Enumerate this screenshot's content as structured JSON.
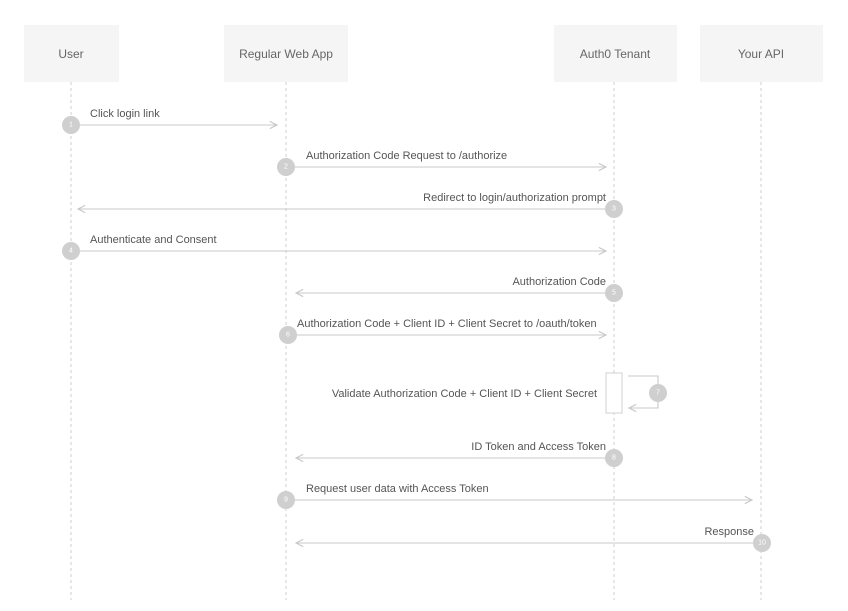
{
  "actors": [
    {
      "id": "user",
      "label": "User"
    },
    {
      "id": "webapp",
      "label": "Regular Web App"
    },
    {
      "id": "tenant",
      "label": "Auth0 Tenant"
    },
    {
      "id": "api",
      "label": "Your API"
    }
  ],
  "messages": [
    {
      "step": "1",
      "from": "user",
      "to": "webapp",
      "label": "Click login link"
    },
    {
      "step": "2",
      "from": "webapp",
      "to": "tenant",
      "label": "Authorization Code Request to /authorize"
    },
    {
      "step": "3",
      "from": "tenant",
      "to": "user",
      "label": "Redirect to login/authorization prompt"
    },
    {
      "step": "4",
      "from": "user",
      "to": "tenant",
      "label": "Authenticate and Consent"
    },
    {
      "step": "5",
      "from": "tenant",
      "to": "webapp",
      "label": "Authorization Code"
    },
    {
      "step": "6",
      "from": "webapp",
      "to": "tenant",
      "label": "Authorization Code + Client ID + Client Secret to /oauth/token"
    },
    {
      "step": "7",
      "from": "tenant",
      "to": "tenant",
      "label": "Validate Authorization Code + Client ID + Client Secret"
    },
    {
      "step": "8",
      "from": "tenant",
      "to": "webapp",
      "label": "ID Token and Access Token"
    },
    {
      "step": "9",
      "from": "webapp",
      "to": "api",
      "label": "Request user data with Access Token"
    },
    {
      "step": "10",
      "from": "api",
      "to": "webapp",
      "label": "Response"
    }
  ],
  "colors": {
    "actor_fill": "#f5f5f5",
    "line": "#c8c8c8",
    "step_badge": "#cfcfcf",
    "text": "#555555"
  }
}
